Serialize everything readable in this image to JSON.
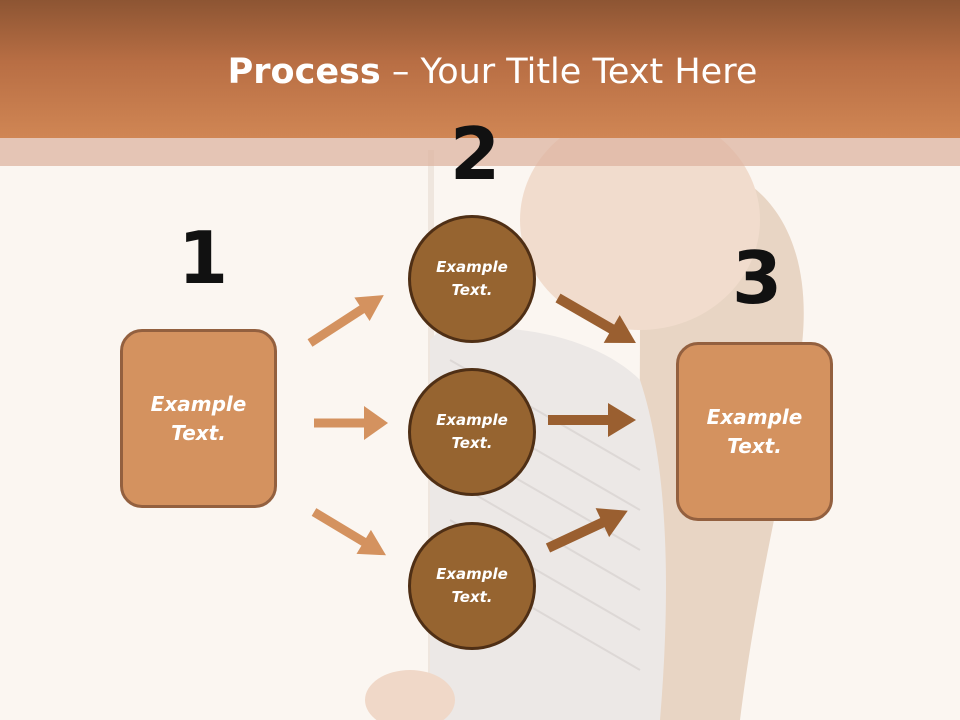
{
  "title": {
    "bold": "Process",
    "rest": " – Your Title Text Here"
  },
  "steps": [
    {
      "number": "1",
      "text": "Example Text."
    },
    {
      "number": "2",
      "text": "Example Text."
    },
    {
      "number": "3",
      "text": "Example Text."
    }
  ],
  "circles": [
    {
      "text": "Example Text."
    },
    {
      "text": "Example Text."
    },
    {
      "text": "Example Text."
    }
  ],
  "colors": {
    "header": "#b86e44",
    "box_fill": "#d4925f",
    "circle_fill": "#966430",
    "left_arrow": "#d4925f",
    "right_arrow": "#9a5f30"
  }
}
